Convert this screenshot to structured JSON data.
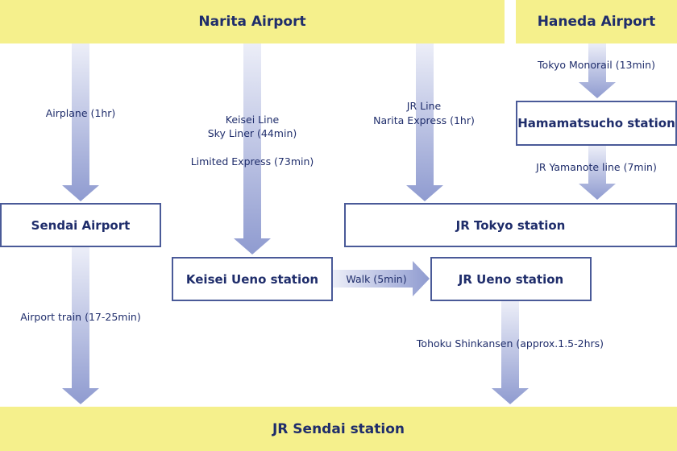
{
  "colors": {
    "band": "#f5f08c",
    "text": "#1f2d6b",
    "box_border": "#4a5a98",
    "arrow_top": "#eceef8",
    "arrow_bottom": "#8f9bd0"
  },
  "bands": {
    "narita": "Narita Airport",
    "haneda": "Haneda Airport",
    "sendai_station": "JR Sendai station"
  },
  "boxes": {
    "hamamatsucho": "Hamamatsucho station",
    "sendai_airport": "Sendai Airport",
    "jr_tokyo": "JR Tokyo station",
    "keisei_ueno": "Keisei Ueno station",
    "jr_ueno": "JR Ueno station"
  },
  "routes": {
    "airplane": "Airplane (1hr)",
    "keisei_line": "Keisei Line",
    "sky_liner": "Sky Liner (44min)",
    "limited_express": "Limited Express (73min)",
    "jr_line": "JR Line",
    "narita_express": "Narita Express (1hr)",
    "tokyo_monorail": "Tokyo Monorail (13min)",
    "yamanote": "JR Yamanote line (7min)",
    "airport_train": "Airport train (17-25min)",
    "walk": "Walk (5min)",
    "shinkansen": "Tohoku Shinkansen (approx.1.5-2hrs)"
  }
}
